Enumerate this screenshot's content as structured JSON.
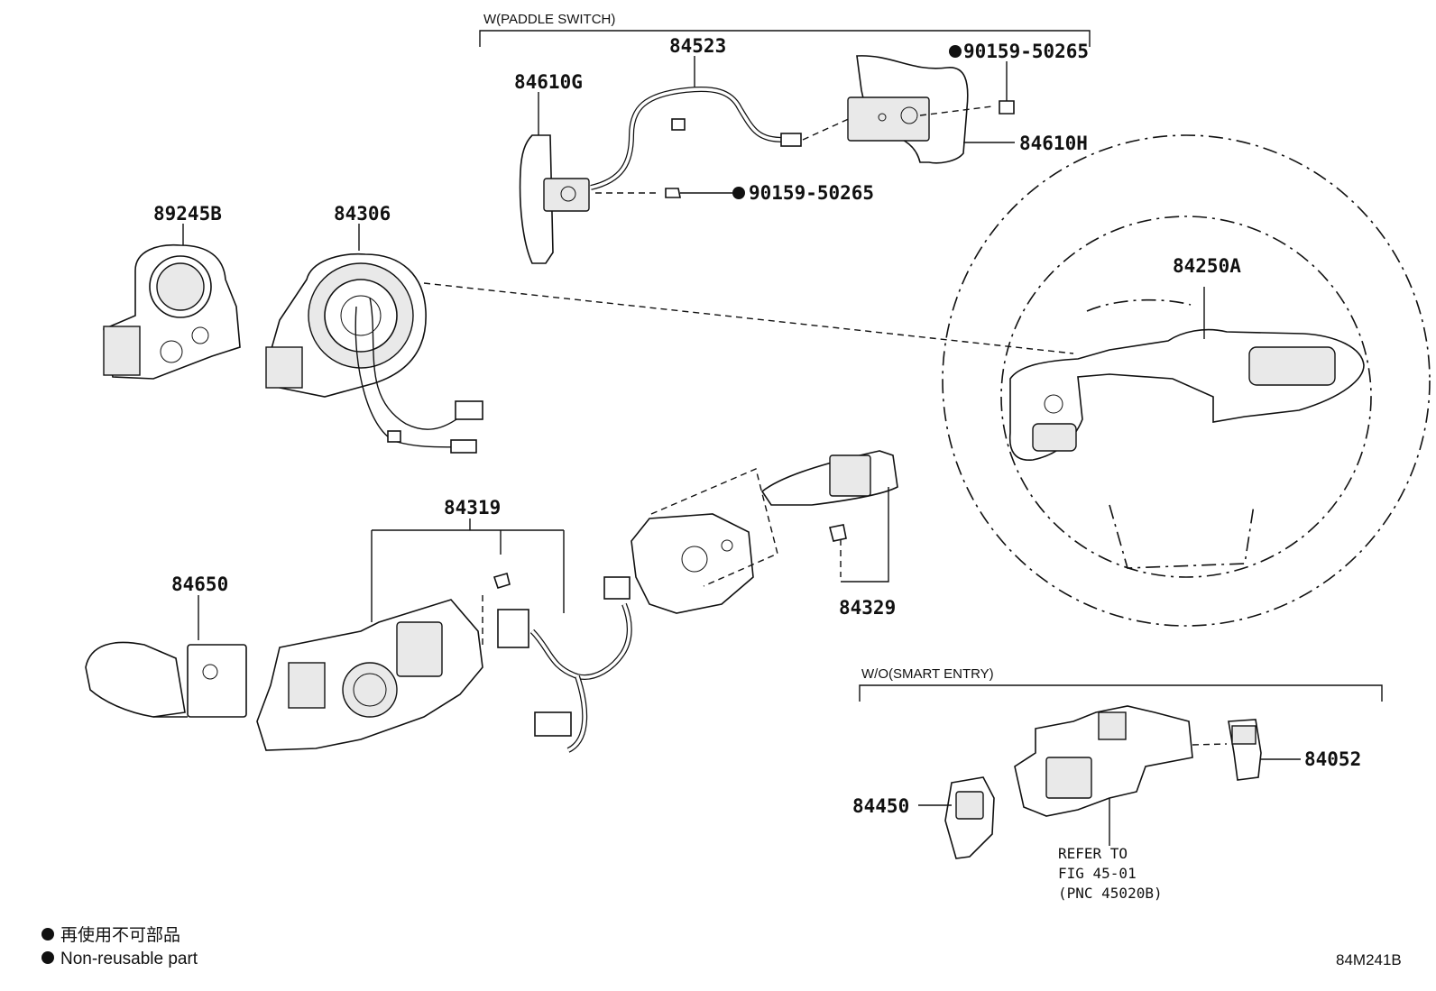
{
  "groups": {
    "paddle": "W(PADDLE SWITCH)",
    "smart_entry": "W/O(SMART ENTRY)"
  },
  "parts": {
    "p84523": "84523",
    "p84610G": "84610G",
    "p90159_a": "90159-50265",
    "p90159_b": "90159-50265",
    "p84610H": "84610H",
    "p89245B": "89245B",
    "p84306": "84306",
    "p84250A": "84250A",
    "p84319": "84319",
    "p84650": "84650",
    "p84329": "84329",
    "p84450": "84450",
    "p84052": "84052"
  },
  "refer_note": [
    "REFER TO",
    "FIG 45-01",
    "(PNC 45020B)"
  ],
  "legend": {
    "jp": "再使用不可部品",
    "en": "Non-reusable part"
  },
  "diagram_code": "84M241B"
}
